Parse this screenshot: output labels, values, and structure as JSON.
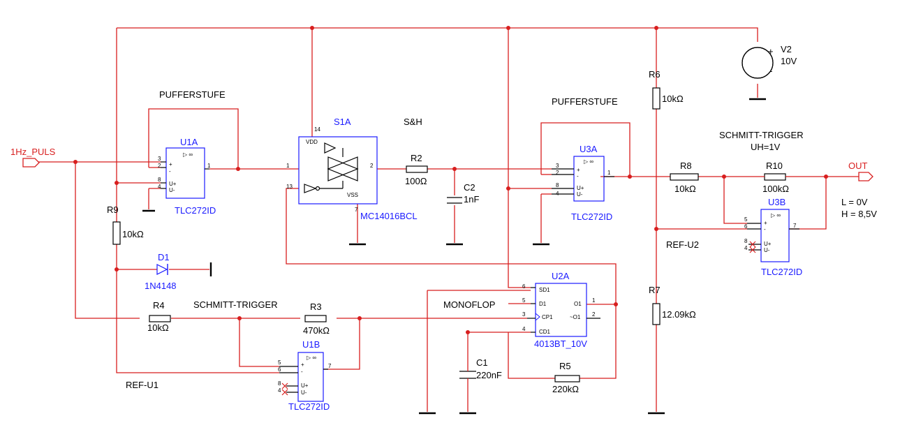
{
  "components": {
    "u1a": {
      "ref": "U1A",
      "part": "TLC272ID",
      "title": "PUFFERSTUFE"
    },
    "s1a": {
      "ref": "S1A",
      "part": "MC14016BCL",
      "title": "S&H"
    },
    "u3a": {
      "ref": "U3A",
      "part": "TLC272ID",
      "title": "PUFFERSTUFE"
    },
    "u3b": {
      "ref": "U3B",
      "part": "TLC272ID",
      "title": "SCHMITT-TRIGGER",
      "subtitle": "UH=1V"
    },
    "u1b": {
      "ref": "U1B",
      "part": "TLC272ID",
      "title": "SCHMITT-TRIGGER"
    },
    "u2a": {
      "ref": "U2A",
      "part": "4013BT_10V",
      "title": "MONOFLOP"
    },
    "v2": {
      "ref": "V2",
      "value": "10V"
    },
    "r2": {
      "ref": "R2",
      "value": "100Ω"
    },
    "c2": {
      "ref": "C2",
      "value": "1nF"
    },
    "r6": {
      "ref": "R6",
      "value": "10kΩ"
    },
    "r7": {
      "ref": "R7",
      "value": "12.09kΩ"
    },
    "r8": {
      "ref": "R8",
      "value": "10kΩ"
    },
    "r10": {
      "ref": "R10",
      "value": "100kΩ"
    },
    "r9": {
      "ref": "R9",
      "value": "10kΩ"
    },
    "d1": {
      "ref": "D1",
      "value": "1N4148"
    },
    "r4": {
      "ref": "R4",
      "value": "10kΩ"
    },
    "r3": {
      "ref": "R3",
      "value": "470kΩ"
    },
    "c1": {
      "ref": "C1",
      "value": "220nF"
    },
    "r5": {
      "ref": "R5",
      "value": "220kΩ"
    }
  },
  "nets": {
    "input": "1Hz_PULS",
    "output": "OUT",
    "ref_u1": "REF-U1",
    "ref_u2": "REF-U2"
  },
  "notes": {
    "low": "L = 0V",
    "high": "H = 8,5V"
  },
  "pins": {
    "vdd": "VDD",
    "vss": "VSS",
    "sd1": "SD1",
    "d1": "D1",
    "cp1": "CP1",
    "cd1": "CD1",
    "o1": "O1",
    "nq1": "~O1",
    "uplus": "U+",
    "uminus": "U-",
    "plus": "+",
    "minus": "-",
    "inf": "▷ ∞",
    "n1": "1",
    "n2": "2",
    "n3": "3",
    "n4": "4",
    "n5": "5",
    "n6": "6",
    "n7": "7",
    "n8": "8",
    "n13": "13",
    "n14": "14"
  },
  "colors": {
    "wire": "#d81e1e",
    "component": "#000000",
    "reference": "#1a1aff"
  }
}
